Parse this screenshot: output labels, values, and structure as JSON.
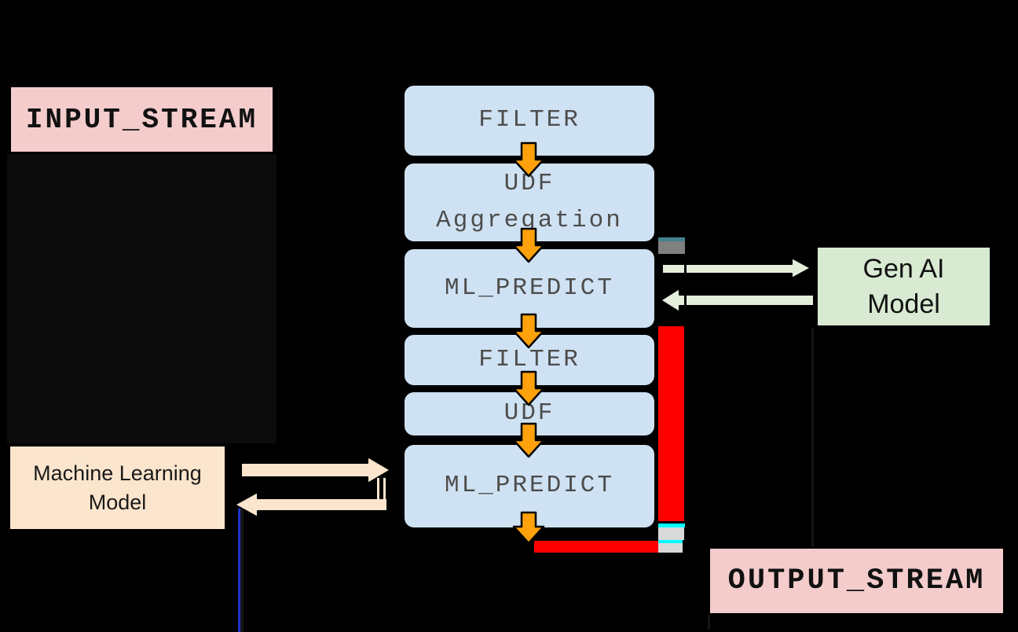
{
  "canvas": {
    "background": "#000000"
  },
  "colors": {
    "canvas_bg": "#000000",
    "stream_header": "#f4cccc",
    "stream_panel": "#0c0c0c",
    "step_fill": "#cfe2f3",
    "step_text": "#4d4d4d",
    "genai_fill": "#d9ead3",
    "mlmodel_fill": "#fce5cd",
    "orange_arrow": "#ffa10a",
    "green_arrow": "#e4eedb",
    "cream_arrow": "#fce5cd",
    "red_highlight": "#ff0000",
    "cyan_mark": "#00ffff",
    "teal_mark": "#45818e",
    "gray_mark": "#808080",
    "light_gray_mark": "#d9d9d9",
    "dark_line": "#161616",
    "blue_line": "#2233cc",
    "outline": "#000000"
  },
  "input_stream": {
    "label": "INPUT_STREAM"
  },
  "output_stream": {
    "label": "OUTPUT_STREAM"
  },
  "pipeline": {
    "steps": [
      {
        "lines": [
          "FILTER"
        ]
      },
      {
        "lines": [
          "UDF",
          "Aggregation"
        ]
      },
      {
        "lines": [
          "ML_PREDICT"
        ]
      },
      {
        "lines": [
          "FILTER"
        ]
      },
      {
        "lines": [
          "UDF"
        ]
      },
      {
        "lines": [
          "ML_PREDICT"
        ]
      }
    ]
  },
  "gen_ai_model": {
    "lines": [
      "Gen AI",
      "Model"
    ]
  },
  "ml_model": {
    "lines": [
      "Machine Learning",
      "Model"
    ]
  }
}
